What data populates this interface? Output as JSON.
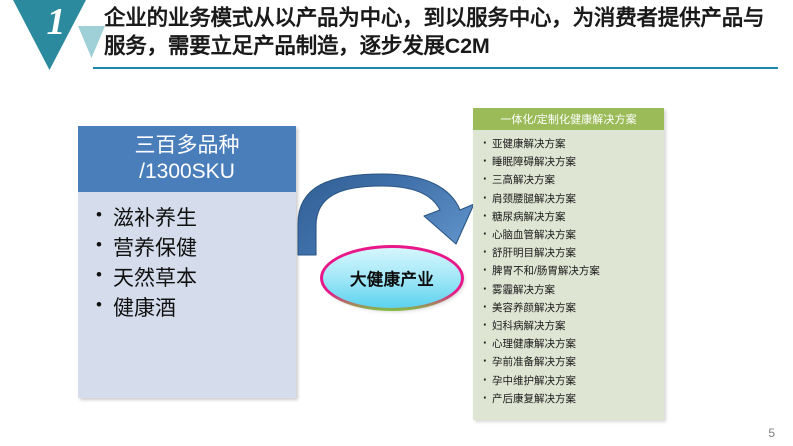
{
  "slide": {
    "number_badge": "1",
    "page_number": "5",
    "title": "企业的业务模式从以产品为中心，到以服务中心，为消费者提供产品与服务，需要立足产品制造，逐步发展C2M",
    "colors": {
      "badge_teal": "#2b8a9e",
      "badge_teal_light": "#9fd0d8",
      "header_rule": "#1d88a8",
      "left_card_header": "#4a7ebb",
      "left_card_body": "#d5dcec",
      "right_panel_header": "#9bbb59",
      "right_panel_body": "#dfe5d3",
      "arrow_blue": "#3f6fa8",
      "ellipse_border": "#e8178a",
      "ellipse_border_bottom": "#7fc242",
      "ellipse_fill_top": "#d6f6fc",
      "ellipse_fill_bottom": "#5cd2ef"
    }
  },
  "left_card": {
    "header_line1": "三百多品种",
    "header_line2": "/1300SKU",
    "items": [
      "滋补养生",
      "营养保健",
      "天然草本",
      "健康酒"
    ]
  },
  "center": {
    "ellipse_label": "大健康产业",
    "arrow_icon": "curved-arrow-right-icon"
  },
  "right_panel": {
    "header": "一体化/定制化健康解决方案",
    "items": [
      "亚健康解决方案",
      "睡眠障碍解决方案",
      "三高解决方案",
      "肩颈腰腿解决方案",
      "糖尿病解决方案",
      "心脑血管解决方案",
      "舒肝明目解决方案",
      "脾胃不和/肠胃解决方案",
      "雾霾解决方案",
      "美容养颜解决方案",
      "妇科病解决方案",
      "心理健康解决方案",
      "孕前准备解决方案",
      "孕中维护解决方案",
      "产后康复解决方案"
    ]
  }
}
